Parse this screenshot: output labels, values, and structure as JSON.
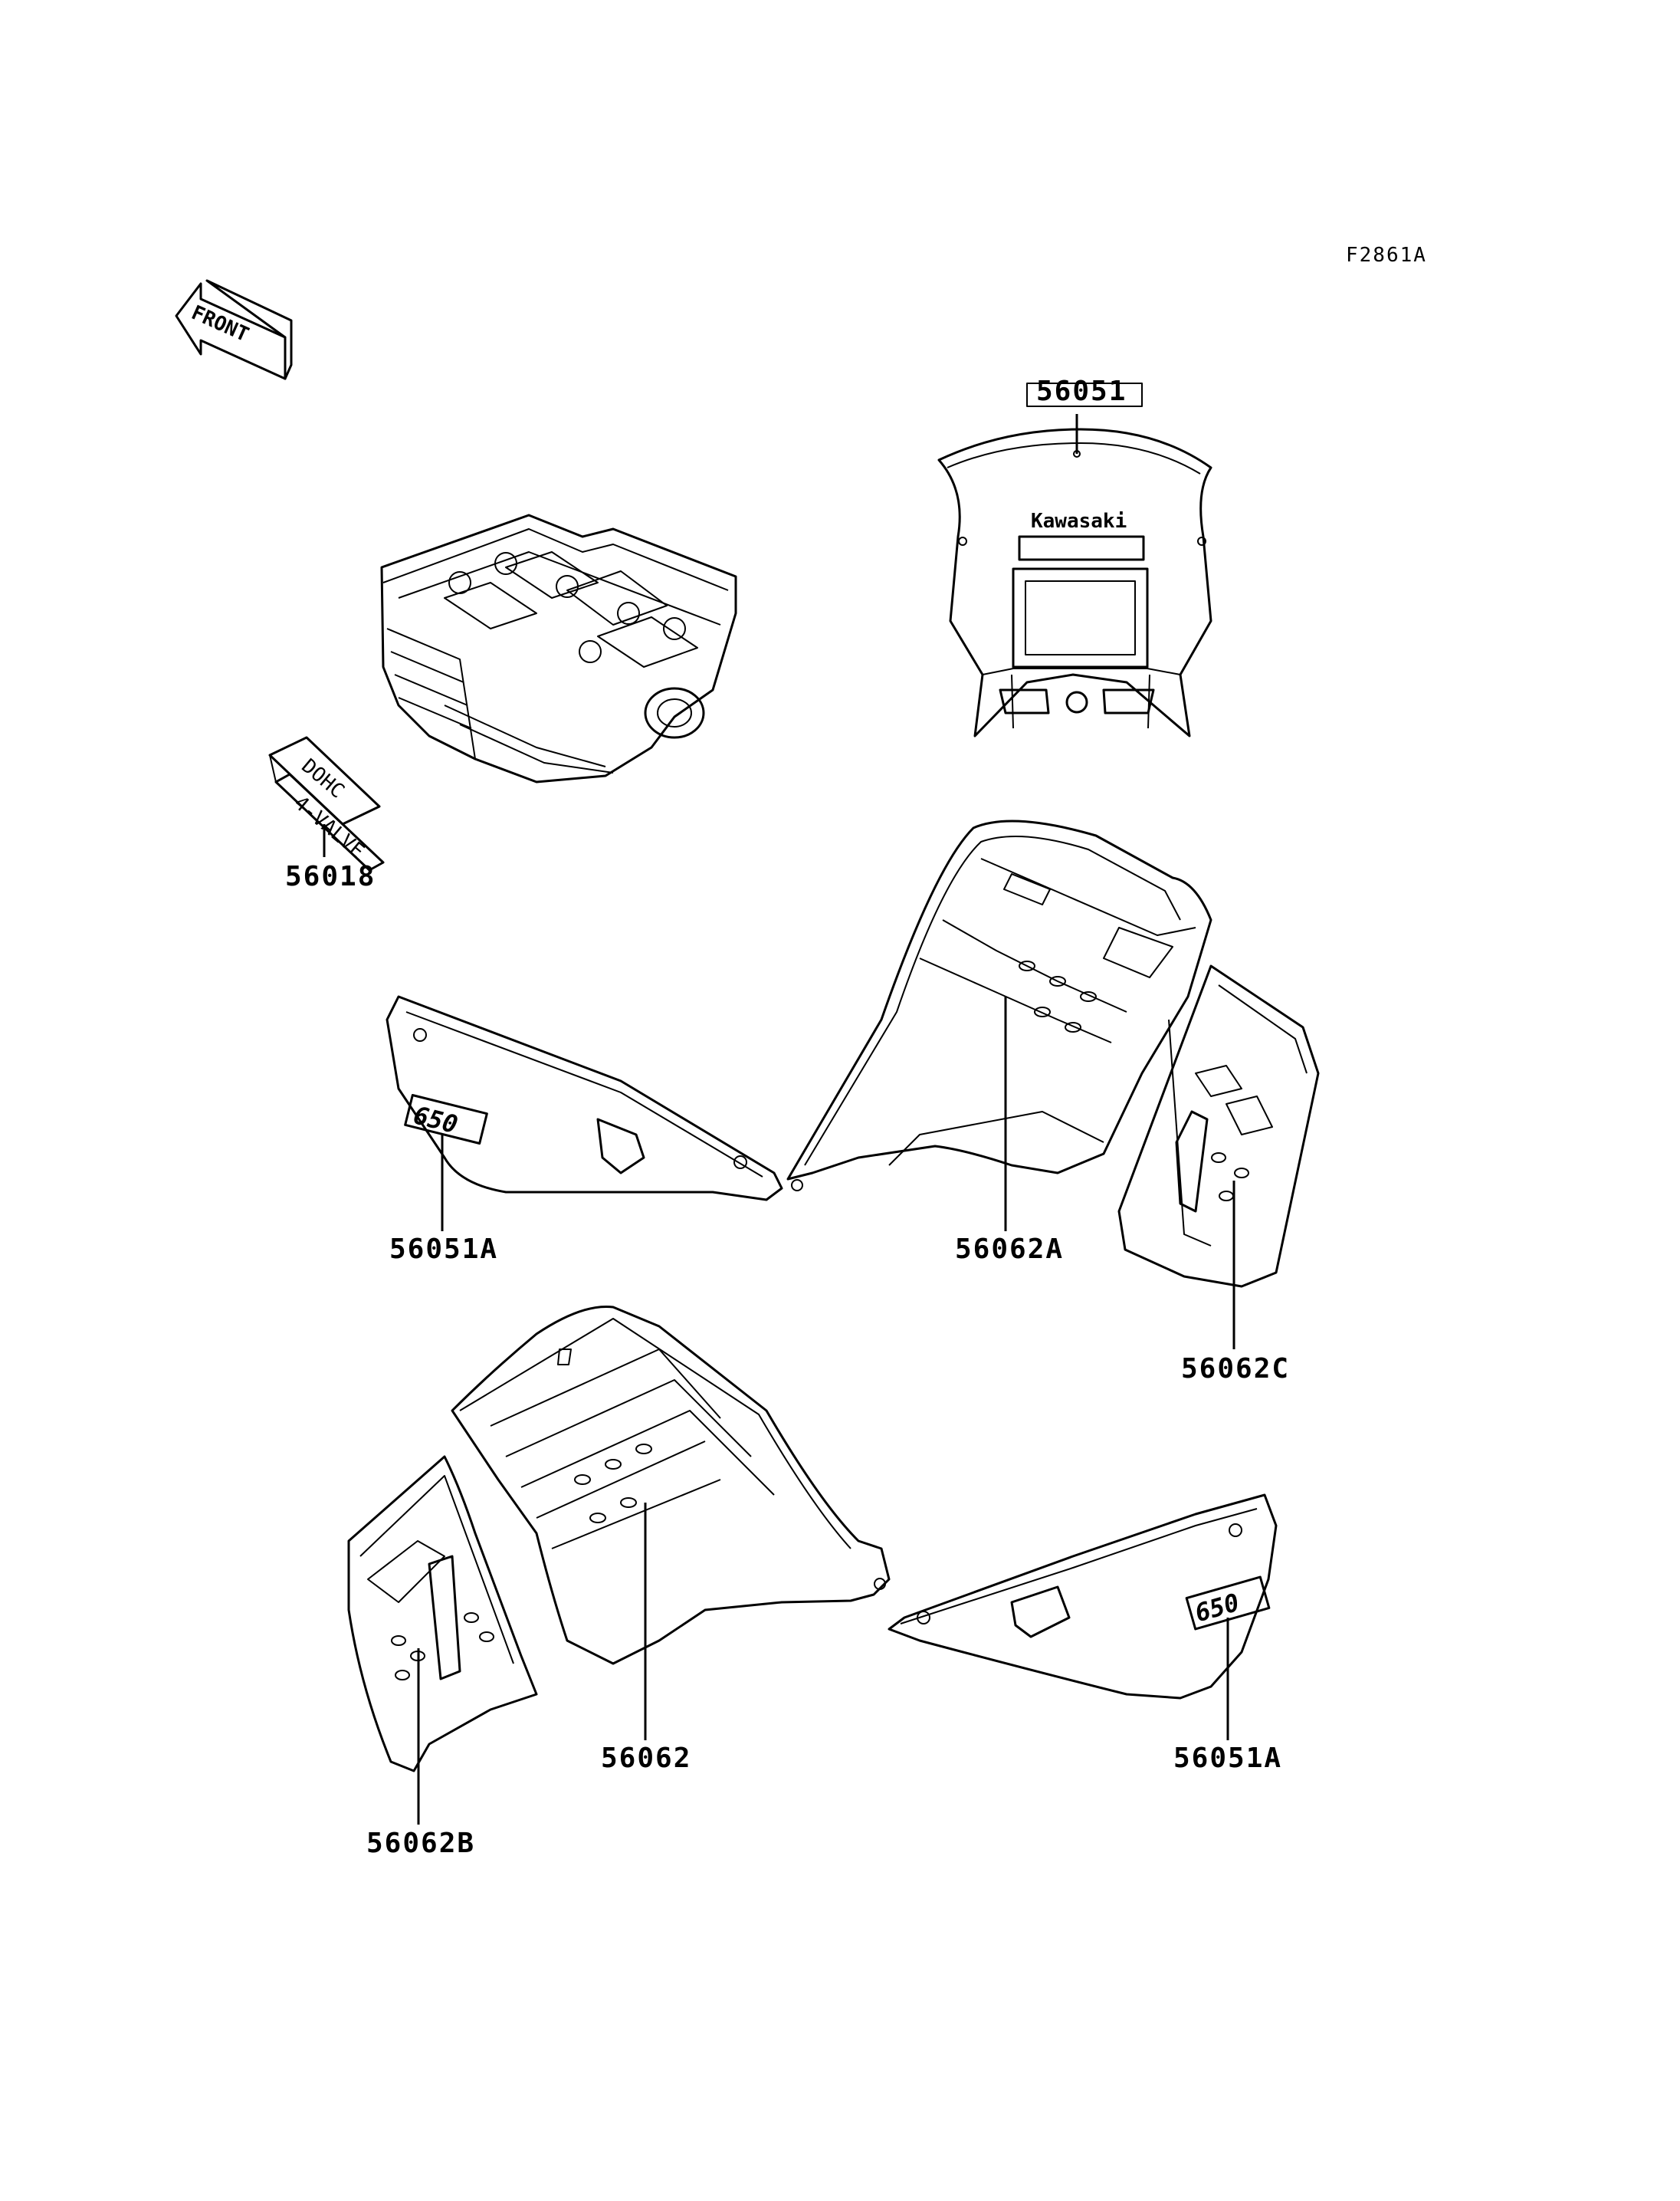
{
  "diagram": {
    "figure_code": "F2861A",
    "front_arrow_text": "FRONT",
    "decal_cylinder_line1": "DOHC",
    "decal_cylinder_line2": "4-VALVE",
    "fairing_logo_text": "Kawasaki",
    "side_cover_left_emblem": "650",
    "side_cover_right_emblem": "650",
    "callouts": [
      {
        "id": "c1",
        "part_number": "56051"
      },
      {
        "id": "c2",
        "part_number": "56018"
      },
      {
        "id": "c3",
        "part_number": "56051A"
      },
      {
        "id": "c4",
        "part_number": "56062A"
      },
      {
        "id": "c5",
        "part_number": "56062C"
      },
      {
        "id": "c6",
        "part_number": "56062"
      },
      {
        "id": "c7",
        "part_number": "56051A"
      },
      {
        "id": "c8",
        "part_number": "56062B"
      }
    ]
  }
}
